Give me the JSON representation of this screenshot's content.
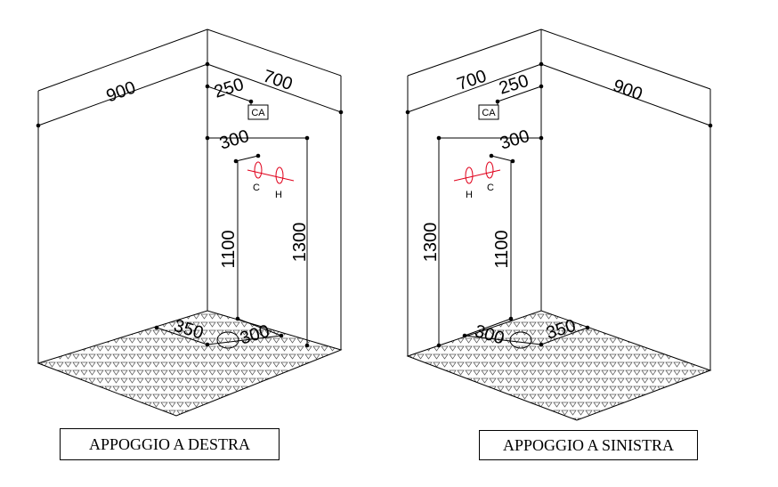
{
  "left_diagram": {
    "caption": "APPOGGIO A DESTRA",
    "dim_900": "900",
    "dim_700": "700",
    "dim_250": "250",
    "tag_ca": "CA",
    "dim_300_top": "300",
    "tag_c": "C",
    "tag_h": "H",
    "dim_1100": "1100",
    "dim_1300": "1300",
    "dim_350": "350",
    "dim_300_floor": "300"
  },
  "right_diagram": {
    "caption": "APPOGGIO A SINISTRA",
    "dim_700": "700",
    "dim_250": "250",
    "dim_900": "900",
    "tag_ca": "CA",
    "dim_300_top": "300",
    "tag_h": "H",
    "tag_c": "C",
    "dim_1300": "1300",
    "dim_1100": "1100",
    "dim_300_floor": "300",
    "dim_350": "350"
  }
}
